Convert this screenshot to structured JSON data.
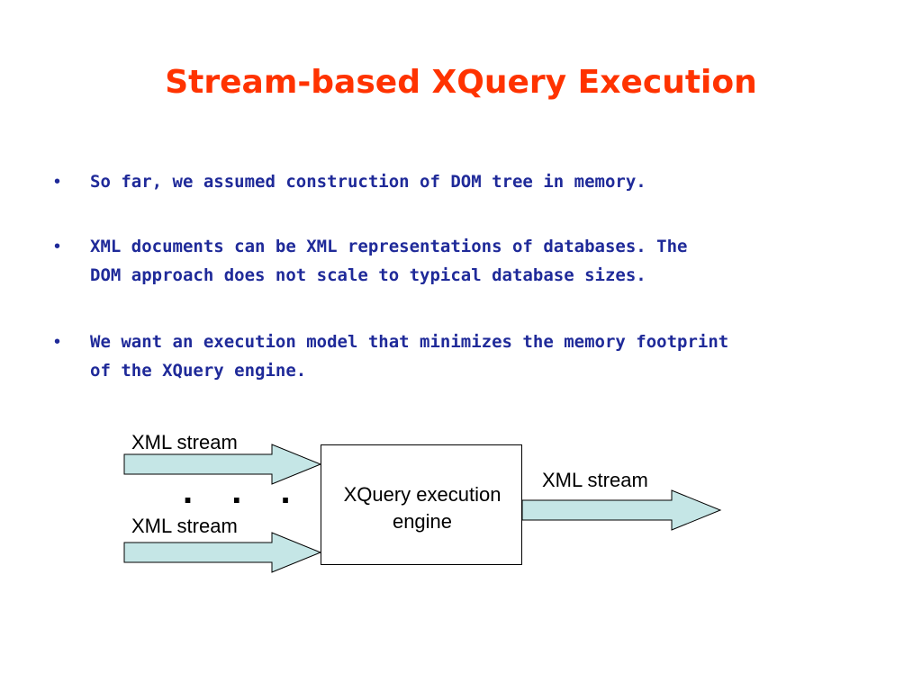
{
  "title": "Stream-based XQuery Execution",
  "bullets": [
    {
      "marker": "•",
      "text": "So far, we assumed construction of DOM tree in memory."
    },
    {
      "marker": "•",
      "text": "XML documents can be XML representations of databases. The\nDOM approach does not scale to typical database sizes."
    },
    {
      "marker": "•",
      "text": "We want an execution model that minimizes the memory footprint\nof the XQuery engine."
    }
  ],
  "diagram": {
    "input_top_label": "XML stream",
    "input_bottom_label": "XML stream",
    "ellipsis": ". . .",
    "engine_label": "XQuery execution\nengine",
    "output_label": "XML stream",
    "arrow_fill": "#c5e6e6",
    "arrow_stroke": "#000000"
  },
  "colors": {
    "title": "#ff3300",
    "bullet_text": "#1f2a99"
  }
}
